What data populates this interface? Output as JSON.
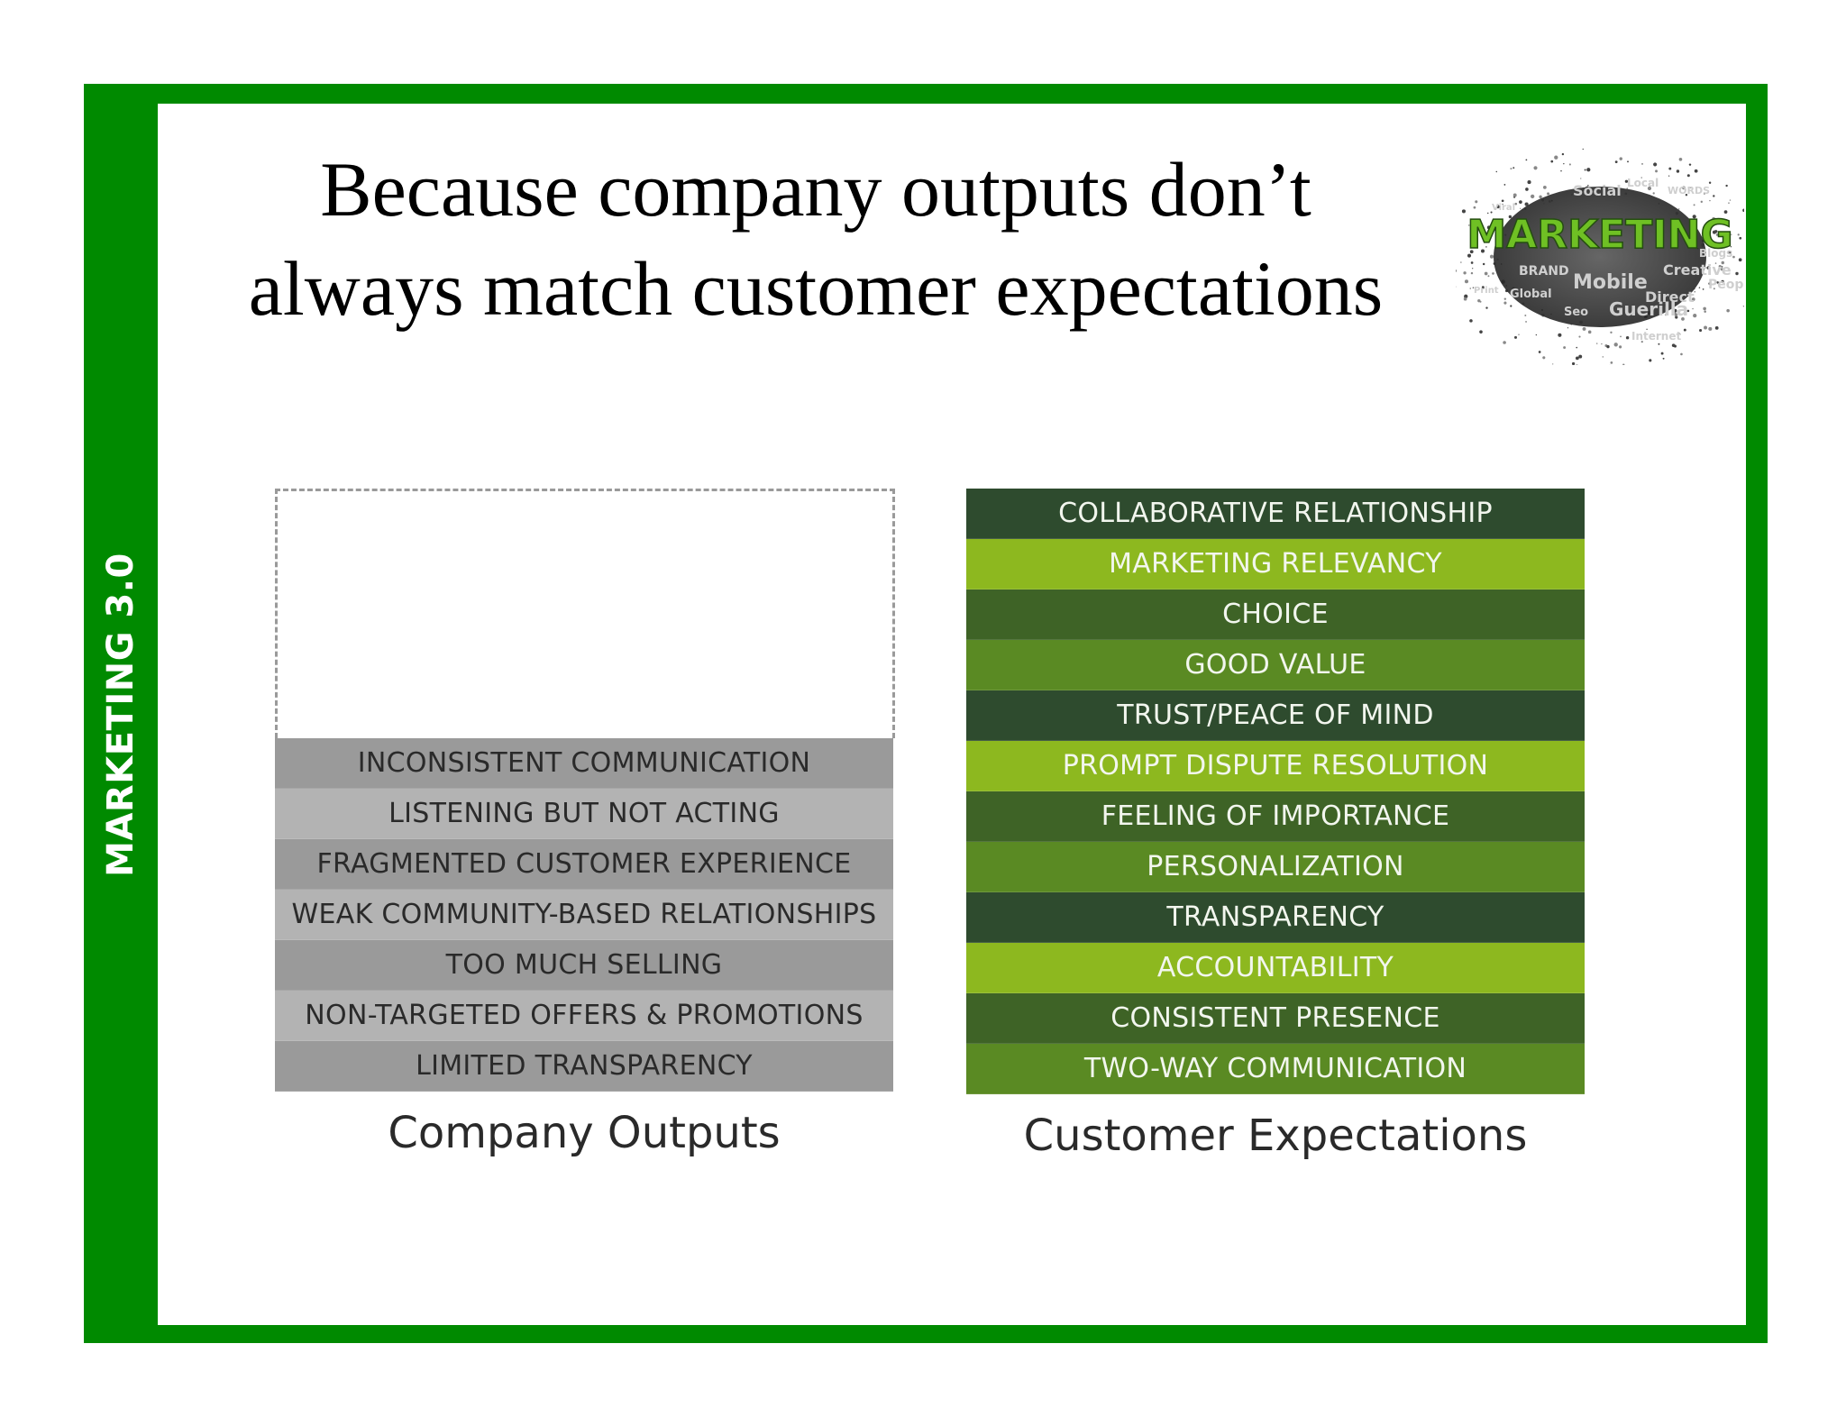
{
  "side_label": "MARKETING 3.0",
  "title": {
    "line1": "Because company outputs don’t",
    "line2": "always match customer expectations"
  },
  "word_cloud": {
    "headline": "MARKETING",
    "words": [
      "Social",
      "Local",
      "WORDS",
      "Viral",
      "BRAND",
      "Global",
      "Mobile",
      "Creative",
      "Blogs",
      "Direct",
      "People",
      "Seo",
      "Guerilla",
      "Internet",
      "Print"
    ]
  },
  "company_outputs": {
    "caption": "Company Outputs",
    "items": [
      "INCONSISTENT COMMUNICATION",
      "LISTENING BUT NOT ACTING",
      "FRAGMENTED CUSTOMER EXPERIENCE",
      "WEAK COMMUNITY-BASED RELATIONSHIPS",
      "TOO MUCH SELLING",
      "NON-TARGETED OFFERS & PROMOTIONS",
      "LIMITED TRANSPARENCY"
    ],
    "colors": [
      "#9a9a9a",
      "#b3b3b3"
    ]
  },
  "customer_expectations": {
    "caption": "Customer Expectations",
    "items": [
      "COLLABORATIVE RELATIONSHIP",
      "MARKETING RELEVANCY",
      "CHOICE",
      "GOOD VALUE",
      "TRUST/PEACE OF MIND",
      "PROMPT DISPUTE RESOLUTION",
      "FEELING OF IMPORTANCE",
      "PERSONALIZATION",
      "TRANSPARENCY",
      "ACCOUNTABILITY",
      "CONSISTENT PRESENCE",
      "TWO-WAY COMMUNICATION"
    ],
    "colors": [
      "#2e4b2e",
      "#8db81f",
      "#3e6326",
      "#5a8a23"
    ]
  },
  "colors": {
    "frame": "#008a00"
  }
}
